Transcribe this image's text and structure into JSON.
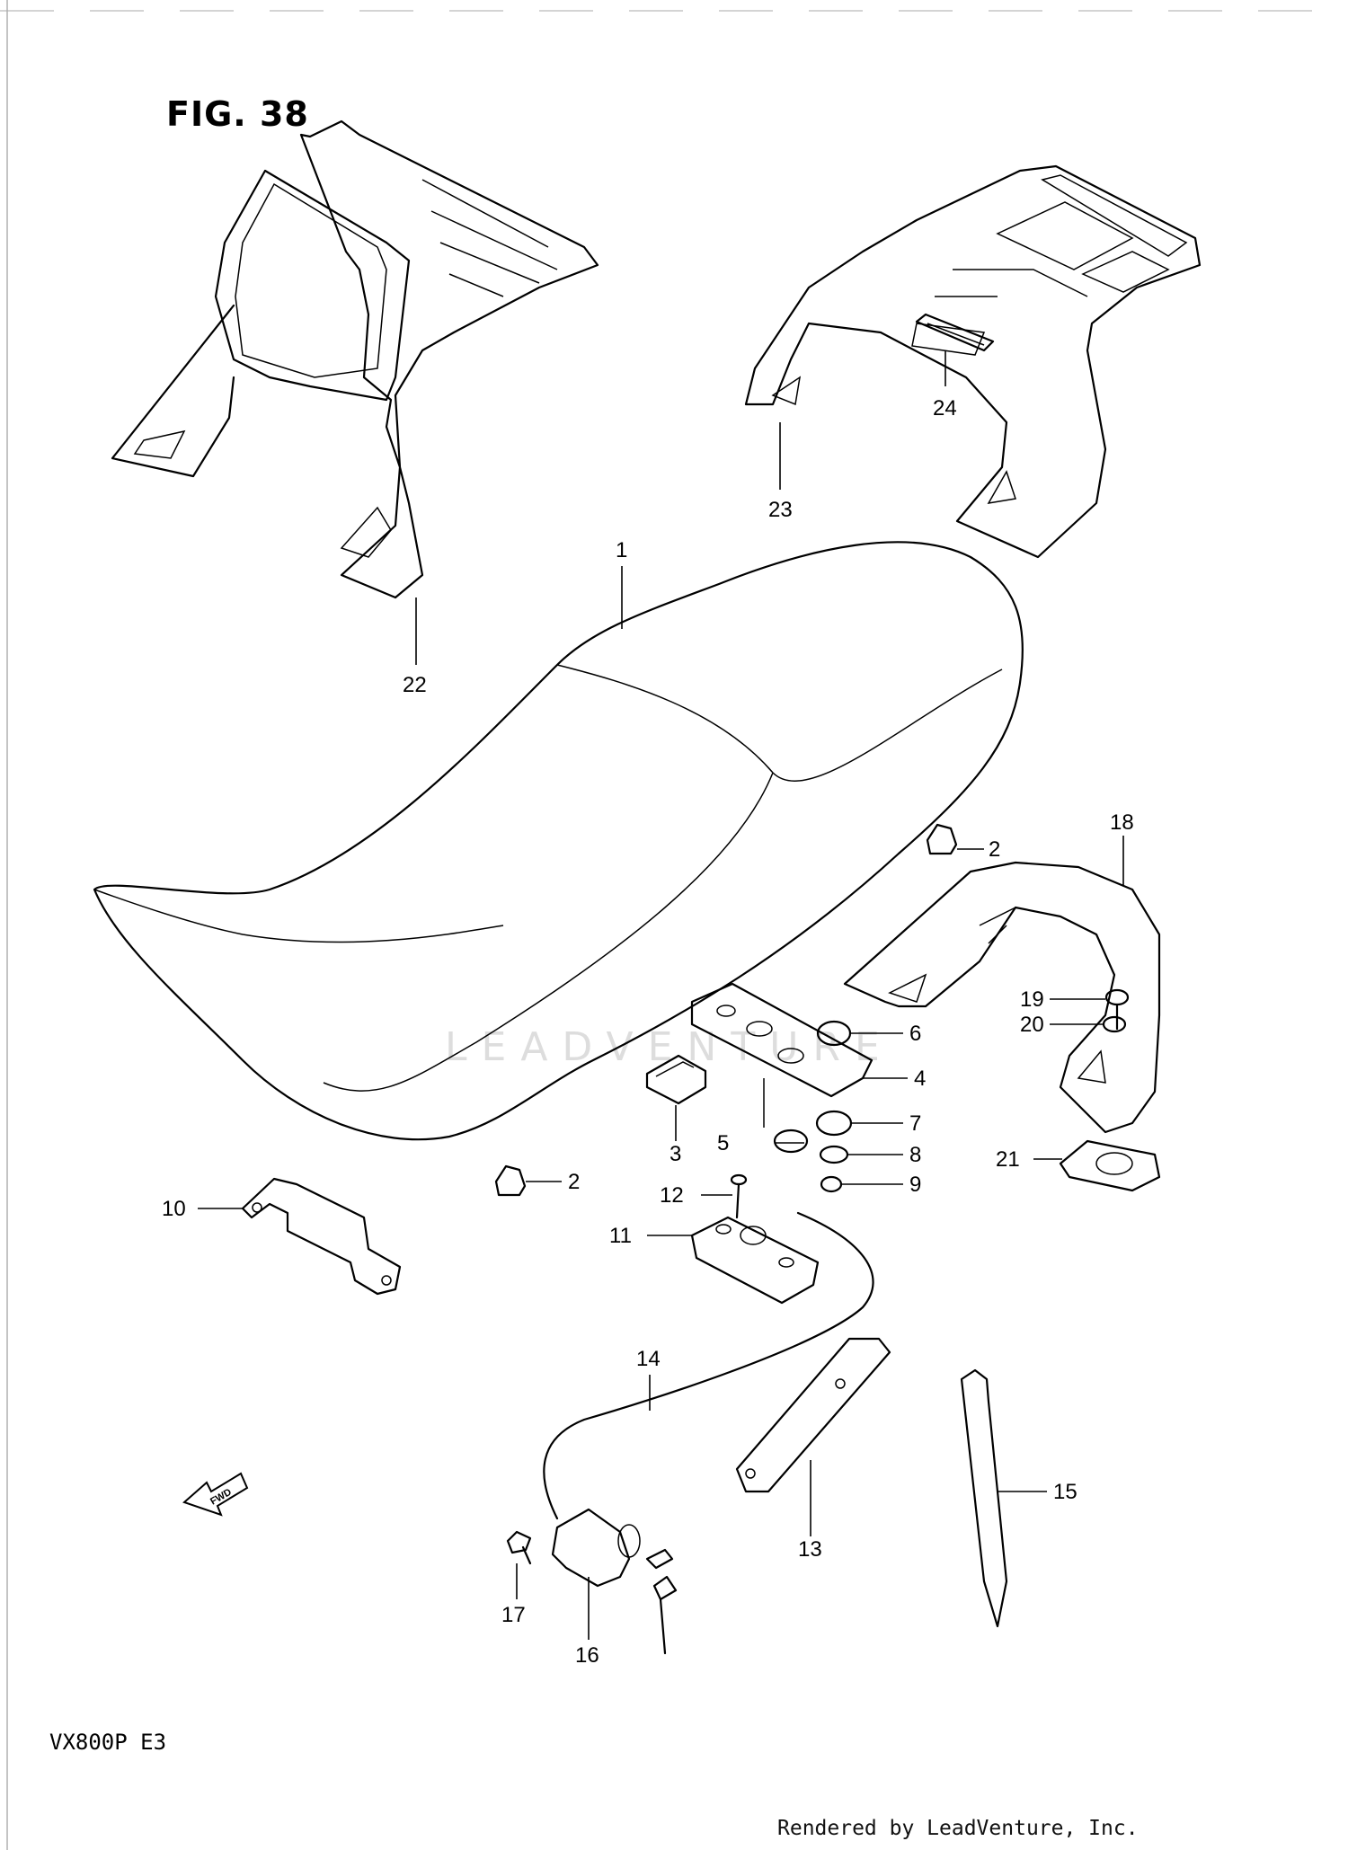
{
  "title": "FIG. 38",
  "model": "VX800P  E3",
  "footer": "Rendered by LeadVenture, Inc.",
  "watermark": "LEADVENTURE",
  "fwd_label": "FWD",
  "callouts": [
    {
      "id": "1",
      "label": "1"
    },
    {
      "id": "2a",
      "label": "2"
    },
    {
      "id": "2b",
      "label": "2"
    },
    {
      "id": "3",
      "label": "3"
    },
    {
      "id": "4",
      "label": "4"
    },
    {
      "id": "5",
      "label": "5"
    },
    {
      "id": "6",
      "label": "6"
    },
    {
      "id": "7",
      "label": "7"
    },
    {
      "id": "8",
      "label": "8"
    },
    {
      "id": "9",
      "label": "9"
    },
    {
      "id": "10",
      "label": "10"
    },
    {
      "id": "11",
      "label": "11"
    },
    {
      "id": "12",
      "label": "12"
    },
    {
      "id": "13",
      "label": "13"
    },
    {
      "id": "14",
      "label": "14"
    },
    {
      "id": "15",
      "label": "15"
    },
    {
      "id": "16",
      "label": "16"
    },
    {
      "id": "17",
      "label": "17"
    },
    {
      "id": "18",
      "label": "18"
    },
    {
      "id": "19",
      "label": "19"
    },
    {
      "id": "20",
      "label": "20"
    },
    {
      "id": "21",
      "label": "21"
    },
    {
      "id": "22",
      "label": "22"
    },
    {
      "id": "23",
      "label": "23"
    },
    {
      "id": "24",
      "label": "24"
    }
  ]
}
